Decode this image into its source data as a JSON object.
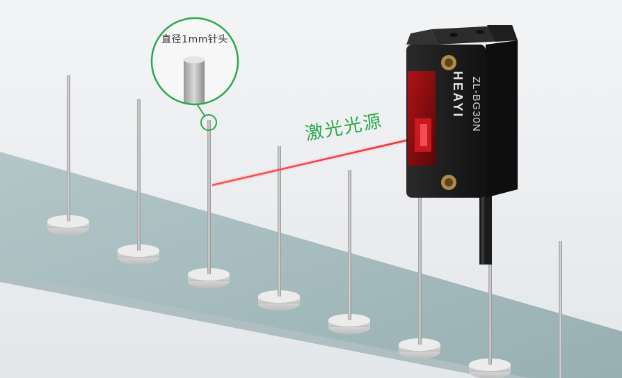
{
  "zoom_callout": {
    "label": "直径1mm针头"
  },
  "laser": {
    "label": "激光光源",
    "label_color": "#2aa84a",
    "beam_color": "#e8262a"
  },
  "sensor": {
    "brand": "HEAYI",
    "model": "ZL-BG30N"
  },
  "colors": {
    "background": "#e9ecef",
    "conveyor": "#a9bfc1",
    "callout_ring": "#2aa84a",
    "sensor_body": "#1a1a1a",
    "sensor_window": "#8f0d10"
  },
  "pins": {
    "count": 8,
    "highlighted_index": 2
  }
}
